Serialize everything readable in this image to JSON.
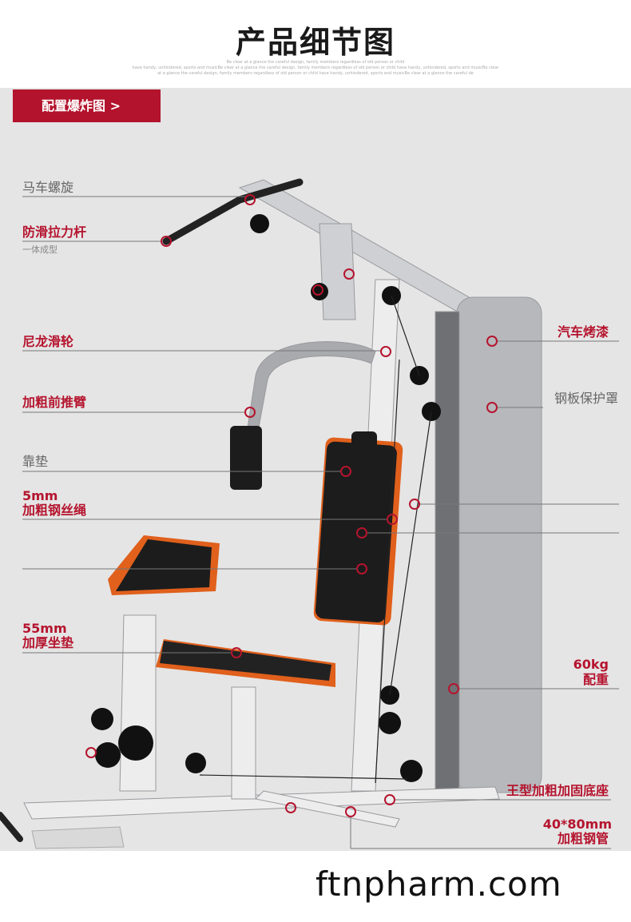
{
  "header": {
    "title": "产品细节图",
    "subtitle_lines": [
      "Be clear at a glance the careful design, family members regardless of old person or child",
      "have handy, unhindered, sports and musicBe clear at a glance the careful design, family members regardless of old person or child have handy, unhindered, sports and musicBe clear",
      "at a glance the careful design, family members regardless of old person or child have handy, unhindered, sports and musicBe clear at a glance the careful de"
    ]
  },
  "banner": {
    "label": "配置爆炸图 >"
  },
  "labels_left": [
    {
      "text": "马车螺旋",
      "style": "grey"
    },
    {
      "text": "防滑拉力杆",
      "sub": "一体成型",
      "style": "red"
    },
    {
      "text": "尼龙滑轮",
      "style": "red"
    },
    {
      "text": "加粗前推臂",
      "style": "red"
    },
    {
      "text": "靠垫",
      "style": "grey"
    },
    {
      "text": "5mm",
      "text2": "加粗钢丝绳",
      "style": "red"
    },
    {
      "text": "55mm",
      "text2": "加厚坐垫",
      "style": "red"
    }
  ],
  "labels_right": [
    {
      "text": "汽车烤漆",
      "style": "red"
    },
    {
      "text": "钢板保护罩",
      "style": "grey"
    },
    {
      "text": "60kg",
      "text2": "配重",
      "style": "red"
    },
    {
      "text": "王型加粗加固底座",
      "style": "red"
    },
    {
      "text": "40*80mm",
      "text2": "加粗钢管",
      "style": "red"
    }
  ],
  "colors": {
    "accent": "#b3132c",
    "background": "#e5e5e5",
    "frame": "#c9c9cc",
    "pad": "#e0601c"
  },
  "footer": {
    "watermark": "ftnpharm.com"
  }
}
